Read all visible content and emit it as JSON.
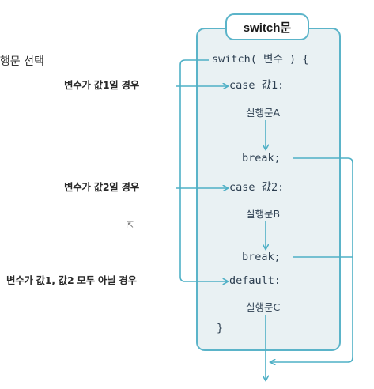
{
  "title": "switch문",
  "header_fragment": "실행문 선택",
  "code_lines": {
    "switch_line": "switch( 변수 ) {",
    "case1": "case 값1:",
    "stmt_a": "실행문A",
    "break1": "break;",
    "case2": "case 값2:",
    "stmt_b": "실행문B",
    "break2": "break;",
    "default_line": "default:",
    "stmt_c": "실행문C",
    "close_brace": "}"
  },
  "branch_labels": {
    "case1_condition": "변수가 값1일 경우",
    "case2_condition": "변수가 값2일 경우",
    "default_condition": "변수가 값1, 값2 모두 아닐 경우"
  },
  "colors": {
    "panel_fill": "#e9f1f3",
    "panel_border": "#5bb4c9",
    "arrow": "#4fb0c6",
    "code_text": "#2c3e50"
  }
}
